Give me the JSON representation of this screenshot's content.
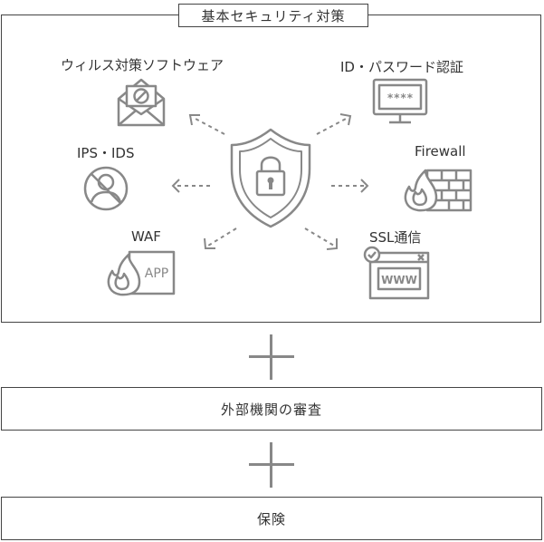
{
  "main": {
    "title": "基本セキュリティ対策",
    "items": {
      "antivirus": "ウィルス対策ソフトウェア",
      "id_password": "ID・パスワード認証",
      "ips_ids": "IPS・IDS",
      "firewall": "Firewall",
      "waf": "WAF",
      "ssl": "SSL通信"
    },
    "icon_text": {
      "password_mask": "****",
      "app": "APP",
      "www": "WWW"
    }
  },
  "external_audit": "外部機関の審査",
  "insurance": "保険",
  "colors": {
    "icon": "#888888",
    "border": "#444444",
    "text": "#333333"
  }
}
